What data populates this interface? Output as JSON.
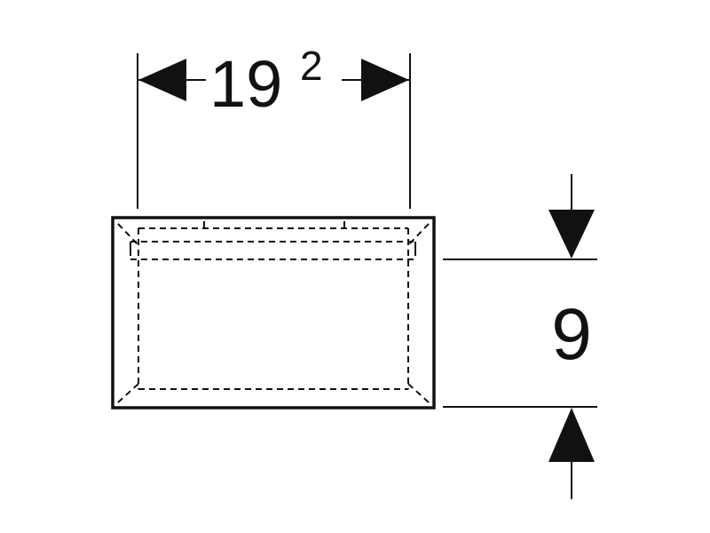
{
  "dimensions": {
    "width": {
      "value": "19",
      "superscript": "2"
    },
    "height": {
      "value": "9"
    }
  },
  "colors": {
    "line": "#111111",
    "background": "#ffffff"
  }
}
